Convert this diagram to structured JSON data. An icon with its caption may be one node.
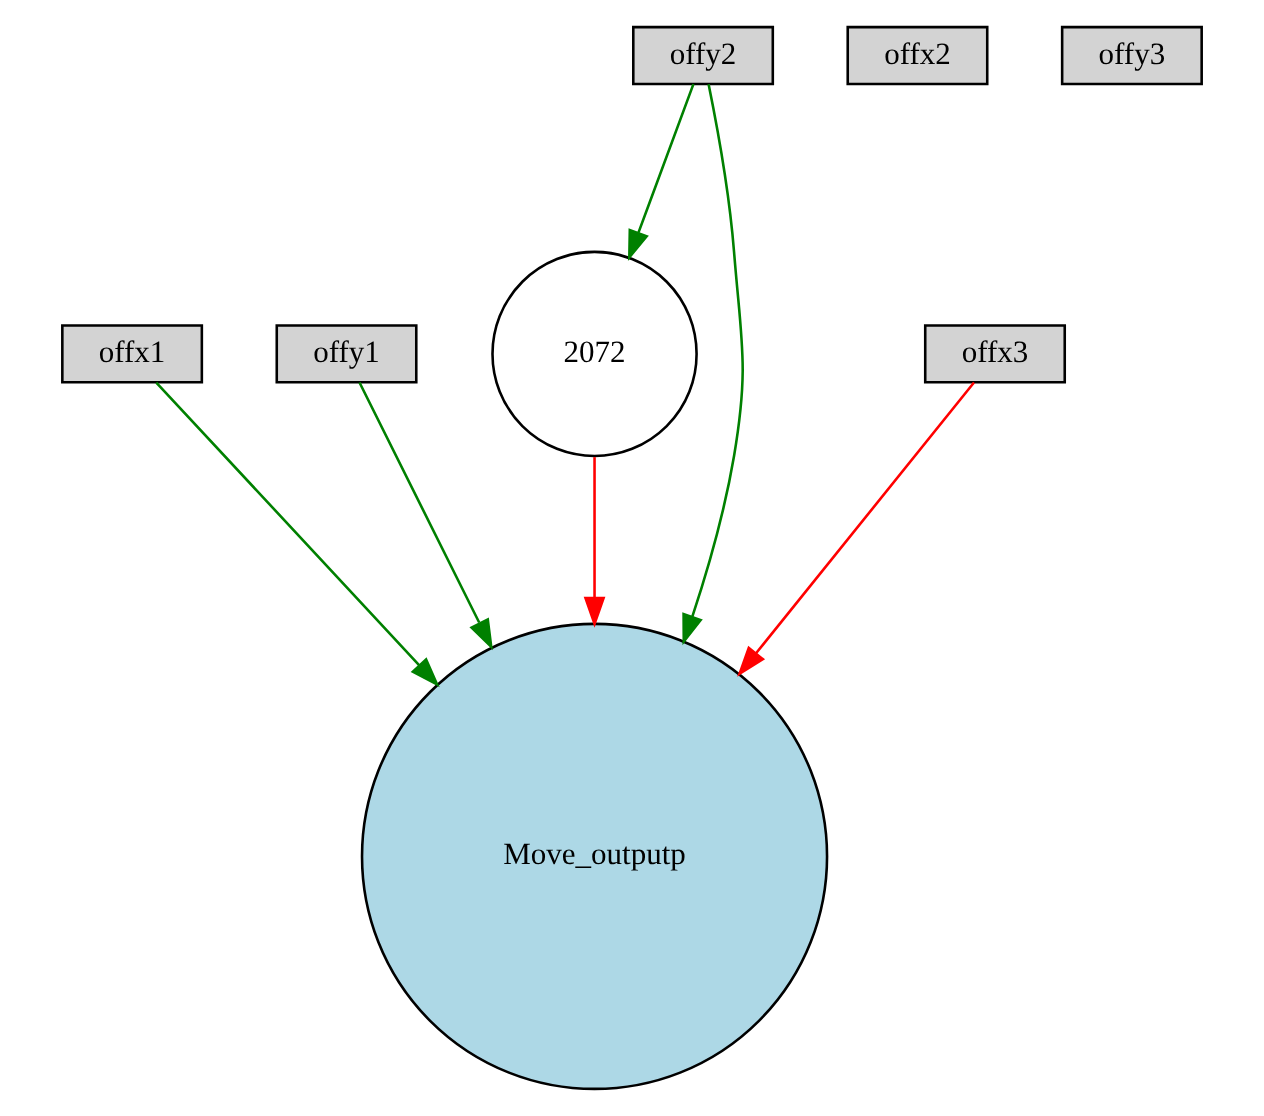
{
  "diagram": {
    "nodes": [
      {
        "text": [
          "offx1"
        ]
      },
      {
        "text": [
          "offy1"
        ]
      },
      {
        "text": [
          "offy2"
        ]
      },
      {
        "text": [
          "offx2"
        ]
      },
      {
        "text": [
          "offy3"
        ]
      },
      {
        "text": [
          "2072"
        ]
      },
      {
        "text": [
          "offx3"
        ]
      },
      {
        "text": [
          "Move_outputp"
        ]
      }
    ],
    "edges": [
      {
        "from": 0,
        "to": 7,
        "arrow": "to"
      },
      {
        "from": 1,
        "to": 7,
        "arrow": "to"
      },
      {
        "from": 2,
        "to": 7,
        "arrow": "to"
      },
      {
        "from": 2,
        "to": 5,
        "arrow": "to"
      },
      {
        "from": 5,
        "to": 7,
        "arrow": "to",
        "color": "#ff0000"
      },
      {
        "from": 6,
        "to": 7,
        "arrow": "to",
        "color": "#ff0000"
      }
    ]
  }
}
